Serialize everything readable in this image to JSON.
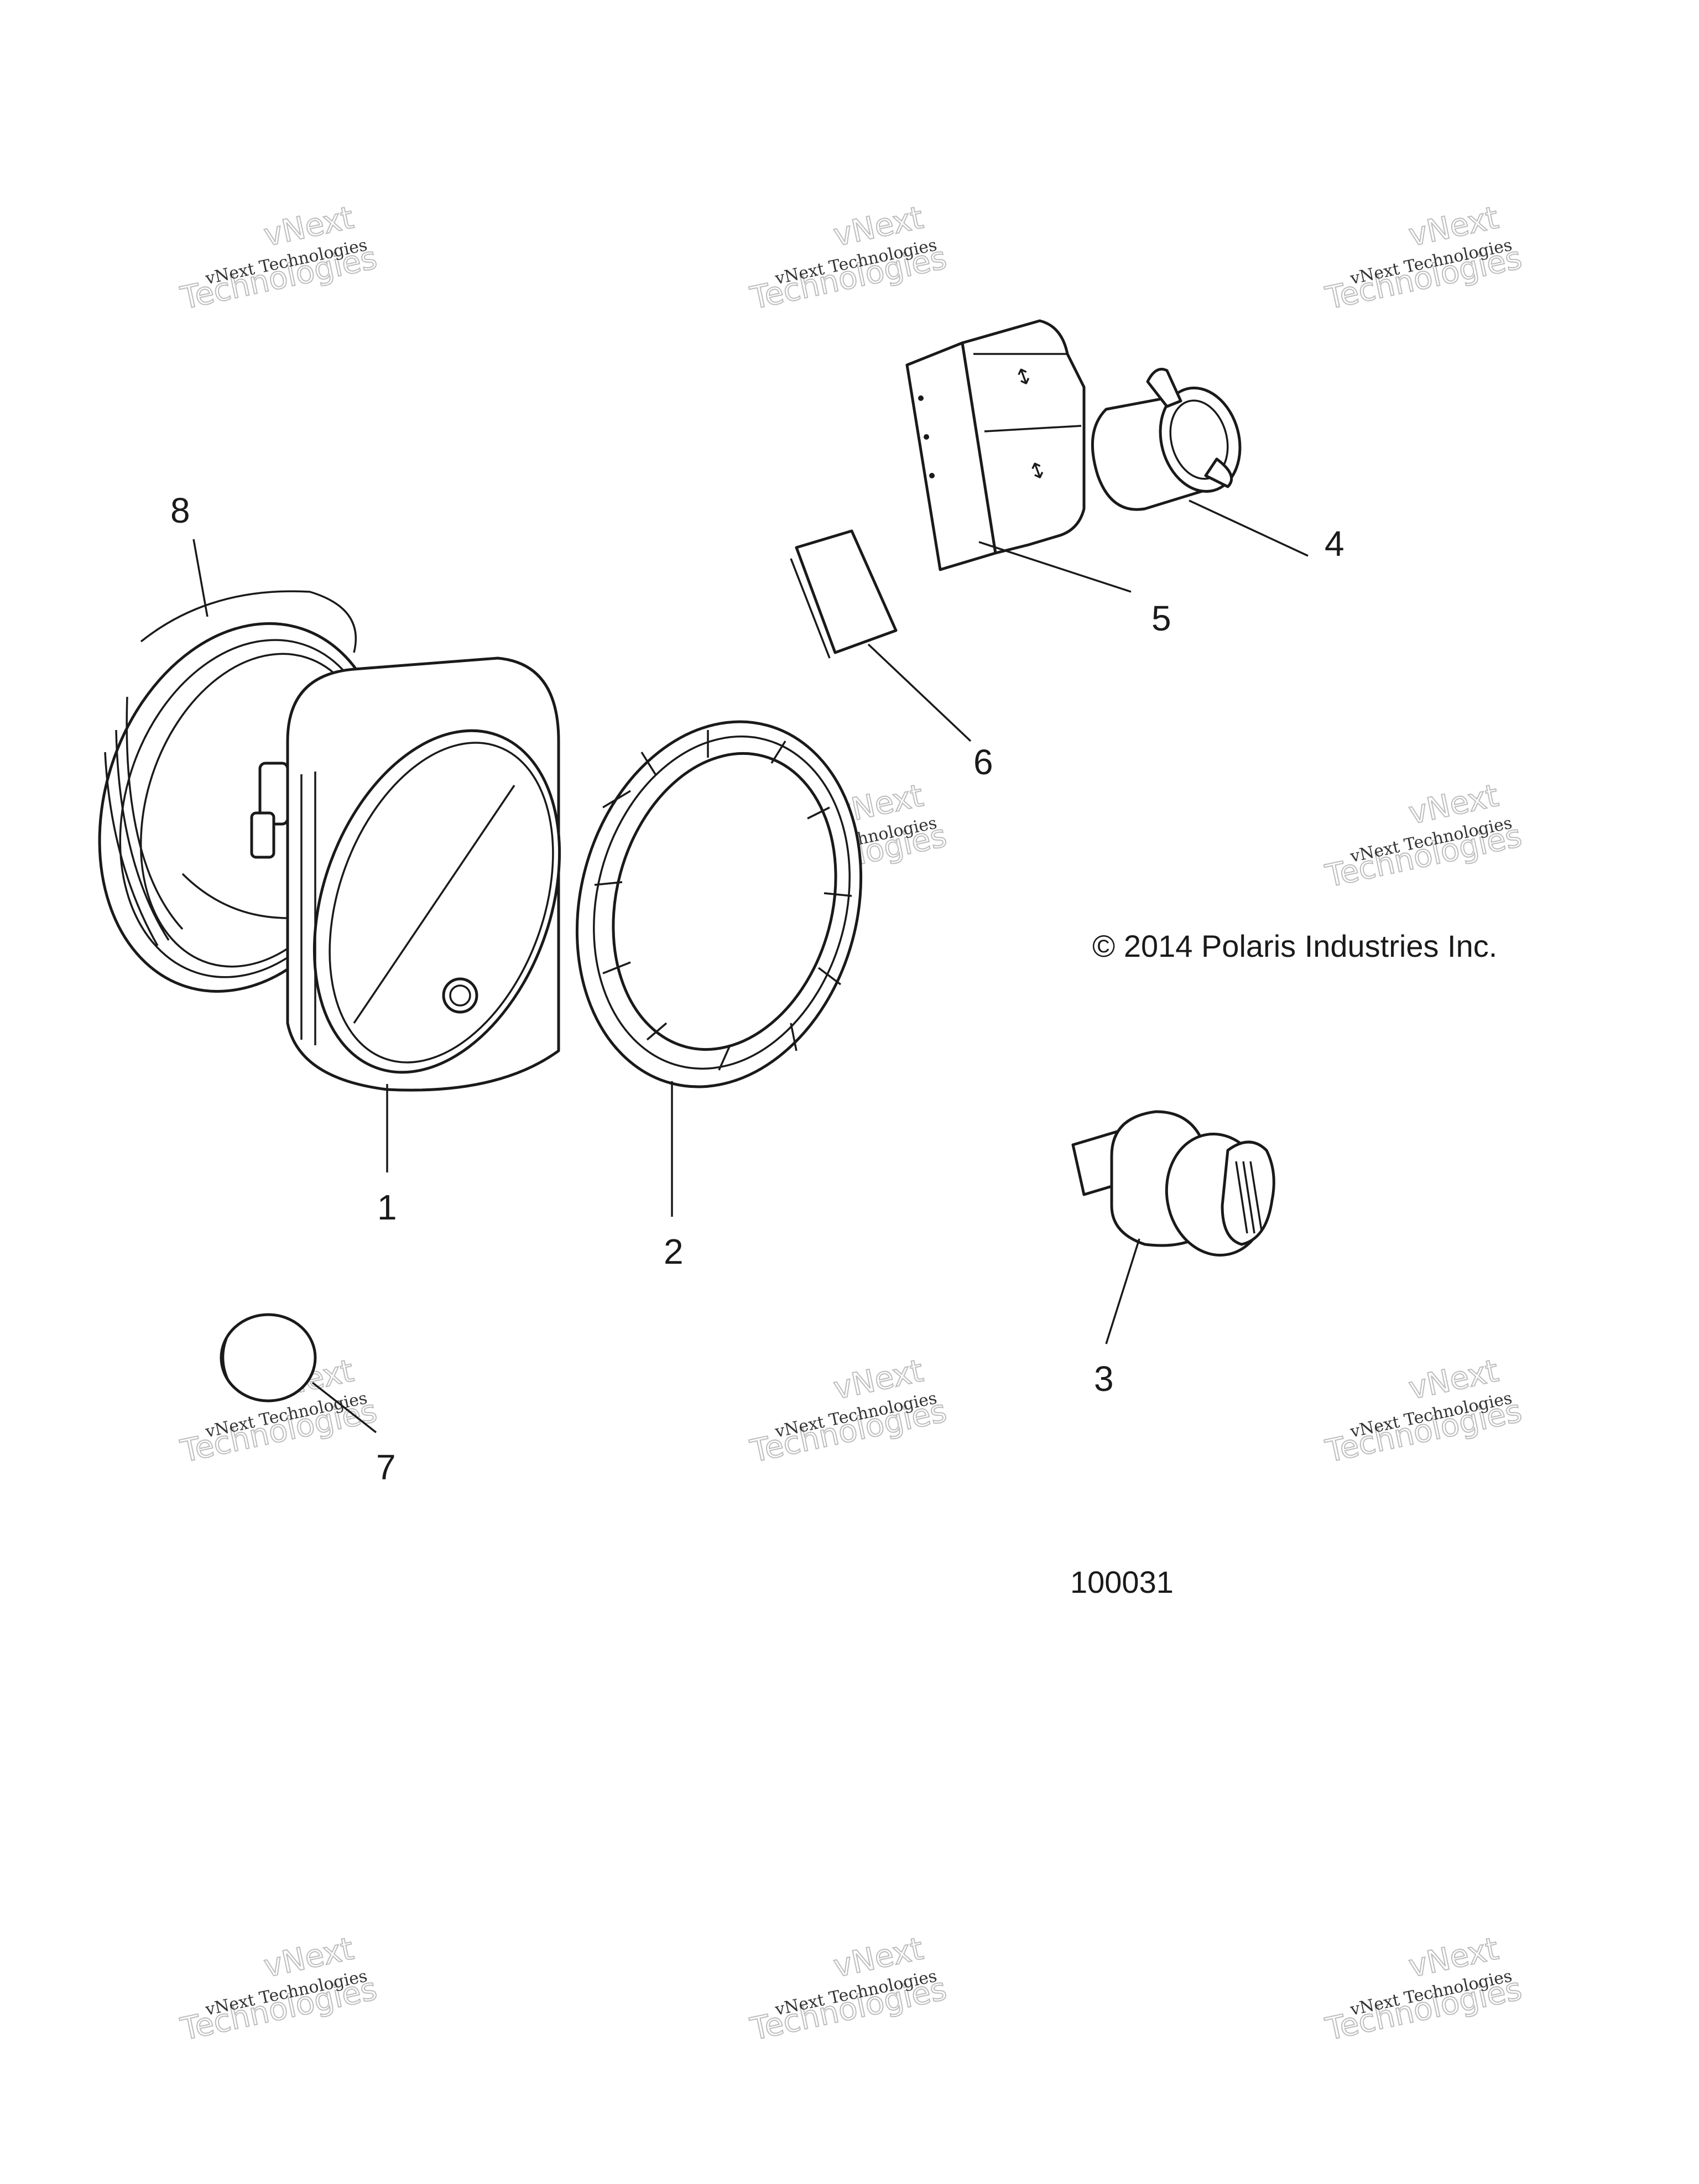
{
  "copyright": "© 2014 Polaris Industries Inc.",
  "figure_id": "100031",
  "watermark": {
    "line1": "vNext Technologies",
    "line2": "vNext",
    "line3": "Technologies"
  },
  "callouts": {
    "c1": "1",
    "c2": "2",
    "c3": "3",
    "c4": "4",
    "c5": "5",
    "c6": "6",
    "c7": "7",
    "c8": "8"
  },
  "colors": {
    "ink": "#1a1a1a",
    "background": "#ffffff",
    "watermark_outline": "#bdbdbd"
  }
}
